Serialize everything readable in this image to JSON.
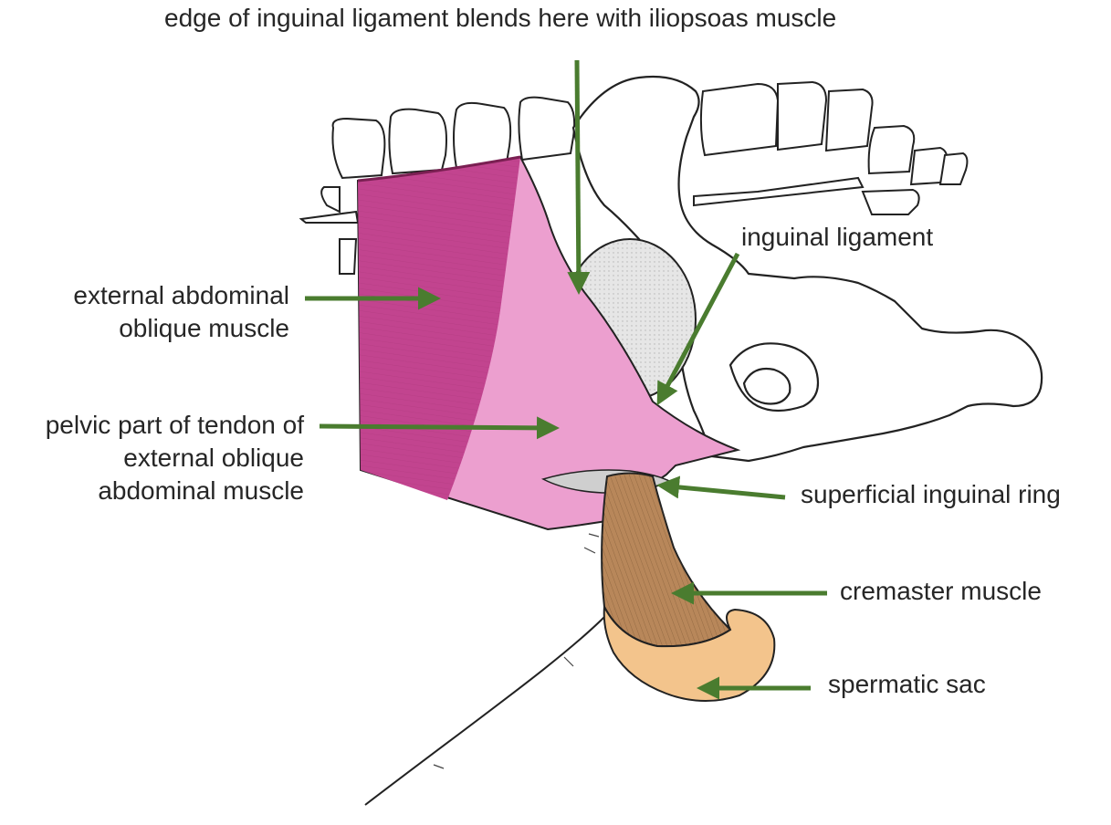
{
  "labels": {
    "iliopsoas_edge": "edge of inguinal ligament blends here with iliopsoas muscle",
    "inguinal_ligament": "inguinal ligament",
    "external_oblique": [
      "external abdominal",
      "oblique muscle"
    ],
    "pelvic_tendon": [
      "pelvic part of tendon of",
      "external oblique",
      "abdominal muscle"
    ],
    "superficial_ring": "superficial inguinal ring",
    "cremaster": "cremaster muscle",
    "spermatic_sac": "spermatic sac"
  },
  "colors": {
    "arrow": "#4a7c2f",
    "muscle_dark": "#c2448f",
    "muscle_light": "#ec9fcf",
    "cremaster": "#b8875a",
    "sac": "#f3c48c",
    "bone_outline": "#222222",
    "text": "#262626"
  }
}
